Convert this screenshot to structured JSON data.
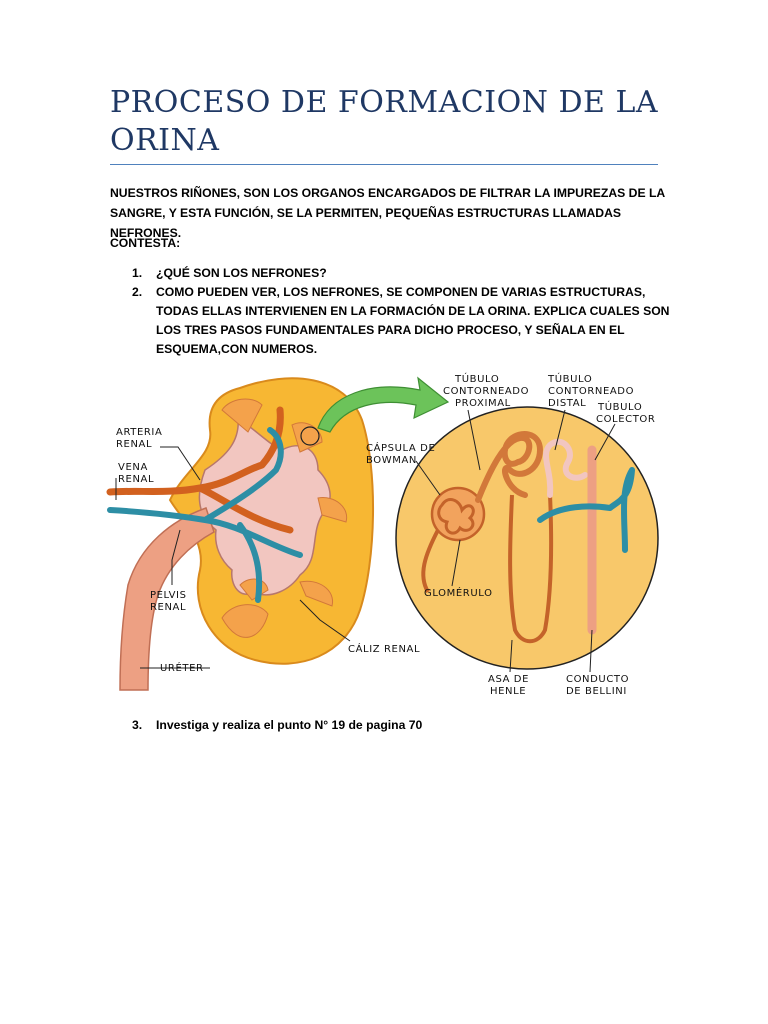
{
  "document": {
    "title": "PROCESO DE FORMACION DE LA ORINA",
    "intro": "NUESTROS RIÑONES, SON LOS ORGANOS ENCARGADOS DE FILTRAR LA IMPUREZAS DE LA SANGRE, Y ESTA FUNCIÓN, SE LA PERMITEN, PEQUEÑAS ESTRUCTURAS LLAMADAS NEFRONES.",
    "contesta": "CONTESTA:",
    "questions": [
      {
        "num": "1.",
        "text": "¿QUÉ SON LOS NEFRONES?"
      },
      {
        "num": "2.",
        "text": "COMO PUEDEN VER, LOS NEFRONES, SE COMPONEN DE VARIAS ESTRUCTURAS, TODAS ELLAS INTERVIENEN EN LA FORMACIÓN DE LA ORINA. EXPLICA CUALES SON LOS TRES PASOS FUNDAMENTALES  PARA DICHO PROCESO, Y SEÑALA EN EL ESQUEMA,CON NUMEROS."
      },
      {
        "num": "3.",
        "text": "Investiga y realiza el punto N° 19 de pagina 70"
      }
    ]
  },
  "diagram": {
    "labels": {
      "arteria_1": "ARTERIA",
      "arteria_2": "RENAL",
      "vena_1": "VENA",
      "vena_2": "RENAL",
      "pelvis_1": "PELVIS",
      "pelvis_2": "RENAL",
      "ureter": "URÉTER",
      "caliz": "CÁLIZ RENAL",
      "capsula_1": "CÁPSULA DE",
      "capsula_2": "BOWMAN",
      "proximal_1": "TÚBULO",
      "proximal_2": "CONTORNEADO",
      "proximal_3": "PROXIMAL",
      "distal_1": "TÚBULO",
      "distal_2": "CONTORNEADO",
      "distal_3": "DISTAL",
      "colector_1": "TÚBULO",
      "colector_2": "COLECTOR",
      "glomerulo": "GLOMÉRULO",
      "henle_1": "ASA DE",
      "henle_2": "HENLE",
      "bellini_1": "CONDUCTO",
      "bellini_2": "DE BELLINI"
    },
    "colors": {
      "kidney_fill": "#f7b733",
      "cortex": "#f4a24b",
      "pelvis": "#f2c6c0",
      "artery": "#d2611f",
      "vein": "#2d8ea5",
      "ureter": "#eda083",
      "arrow": "#6cc35a",
      "nephron_circle": "#f8c86a"
    }
  }
}
